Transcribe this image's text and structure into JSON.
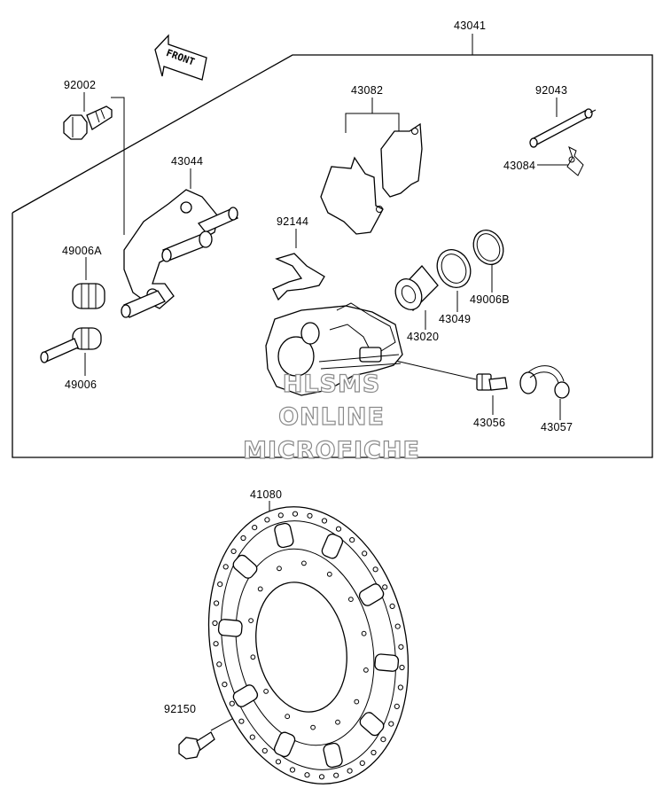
{
  "front_arrow": {
    "label": "FRONT"
  },
  "labels": {
    "p43041": "43041",
    "p92002": "92002",
    "p43082": "43082",
    "p92043": "92043",
    "p43084": "43084",
    "p43044": "43044",
    "p92144": "92144",
    "p49006A": "49006A",
    "p49006B": "49006B",
    "p43049": "43049",
    "p43020": "43020",
    "p49006": "49006",
    "p43056": "43056",
    "p43057": "43057",
    "p41080": "41080",
    "p92150": "92150"
  },
  "watermark": {
    "line1": "HLSMS",
    "line2": "ONLINE",
    "line3": "MICROFICHE"
  }
}
